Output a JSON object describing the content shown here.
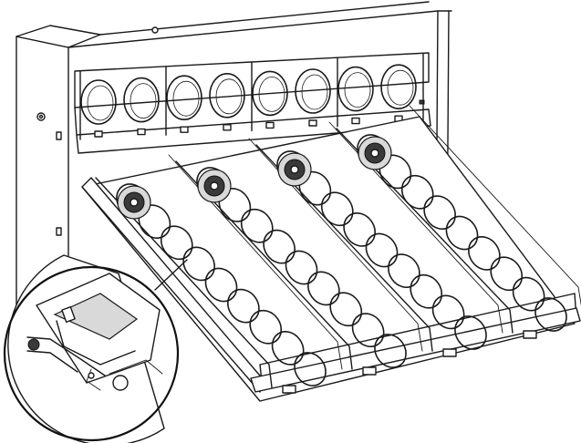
{
  "figure": {
    "subject": "vending-machine-spiral-tray-assembly",
    "colors": {
      "line": "#1a1a1a",
      "background": "#ffffff",
      "shade": "#d9d9d9"
    },
    "upper_tray": {
      "coil_count": 8
    },
    "lower_tray": {
      "lane_count": 4
    },
    "detail_callout": {
      "shape": "circle",
      "shows": "tray-latch-bracket"
    }
  }
}
